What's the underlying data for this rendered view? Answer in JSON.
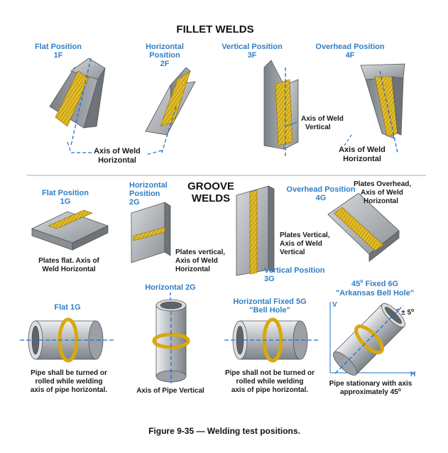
{
  "colors": {
    "label_blue": "#2f7fc6",
    "weld_yellow": "#e6c020",
    "plate_gray": "#9aa0a6",
    "axis_blue": "#1e6fd0"
  },
  "fillet": {
    "title": "FILLET WELDS",
    "flat": {
      "l1": "Flat Position",
      "l2": "1F"
    },
    "horizontal": {
      "l1": "Horizontal",
      "l2": "Position",
      "l3": "2F"
    },
    "vertical": {
      "l1": "Vertical Position",
      "l2": "3F"
    },
    "overhead": {
      "l1": "Overhead Position",
      "l2": "4F"
    },
    "axis_h1": {
      "l1": "Axis of Weld",
      "l2": "Horizontal"
    },
    "axis_v": {
      "l1": "Axis of Weld",
      "l2": "Vertical"
    },
    "axis_h2": {
      "l1": "Axis of Weld",
      "l2": "Horizontal"
    }
  },
  "groove": {
    "title1": "GROOVE",
    "title2": "WELDS",
    "flat": {
      "l1": "Flat Position",
      "l2": "1G",
      "n1": "Plates flat. Axis of",
      "n2": "Weld Horizontal"
    },
    "horizontal": {
      "l1": "Horizontal",
      "l2": "Position",
      "l3": "2G",
      "n1": "Plates vertical,",
      "n2": "Axis of Weld",
      "n3": "Horizontal"
    },
    "vertical": {
      "l1": "Vertical Position",
      "l2": "3G",
      "n1": "Plates Vertical,",
      "n2": "Axis of Weld",
      "n3": "Vertical"
    },
    "overhead": {
      "l1": "Overhead Position",
      "l2": "4G",
      "n1": "Plates Overhead,",
      "n2": "Axis of Weld",
      "n3": "Horizontal"
    }
  },
  "pipe": {
    "flat": {
      "l1": "Flat 1G",
      "n1": "Pipe shall be turned or",
      "n2": "rolled while welding",
      "n3": "axis of pipe horizontal."
    },
    "horizontal": {
      "l1": "Horizontal 2G",
      "n1": "Axis of Pipe Vertical"
    },
    "fixed5g": {
      "l1": "Horizontal Fixed 5G",
      "l2": "\"Bell Hole\"",
      "n1": "Pipe shall not be turned or",
      "n2": "rolled while welding",
      "n3": "axis of pipe horizontal."
    },
    "fixed6g": {
      "deg": "45",
      "l1": " Fixed 6G",
      "l2": "\"Arkansas Bell Hole\"",
      "angle_base": "45",
      "angle_tol": " ± 5",
      "axis_v": "V",
      "axis_h": "H",
      "n1": "Pipe stationary with axis",
      "n2": "approximately 45",
      "deg_sym": "o"
    }
  },
  "caption": "Figure 9-35 — Welding test positions."
}
